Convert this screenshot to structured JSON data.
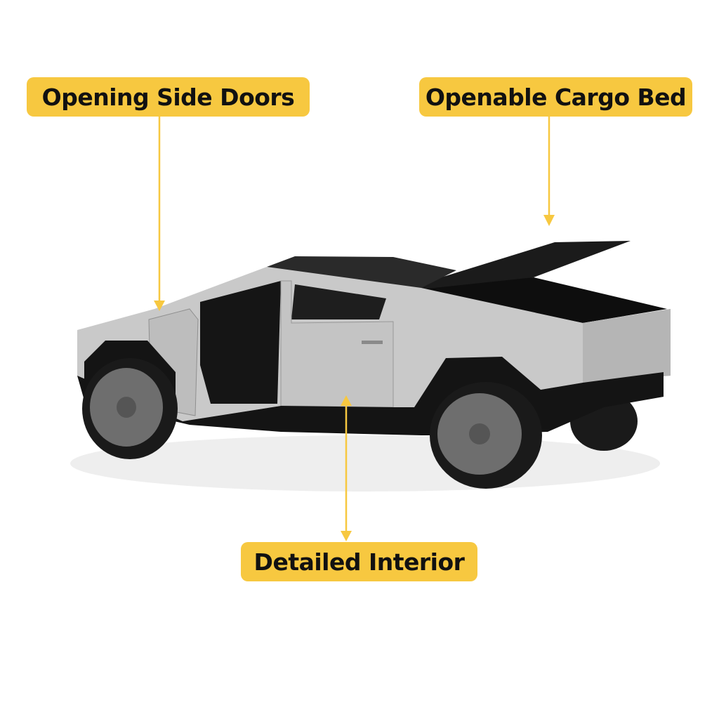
{
  "callouts": {
    "doors": "Opening Side Doors",
    "cargo": "Openable Cargo Bed",
    "interior": "Detailed Interior"
  },
  "colors": {
    "label_bg": "#F7C840",
    "arrow": "#F7C840",
    "body": "#c9c9c9",
    "trim": "#111111",
    "wheel": "#6e6e6e"
  }
}
